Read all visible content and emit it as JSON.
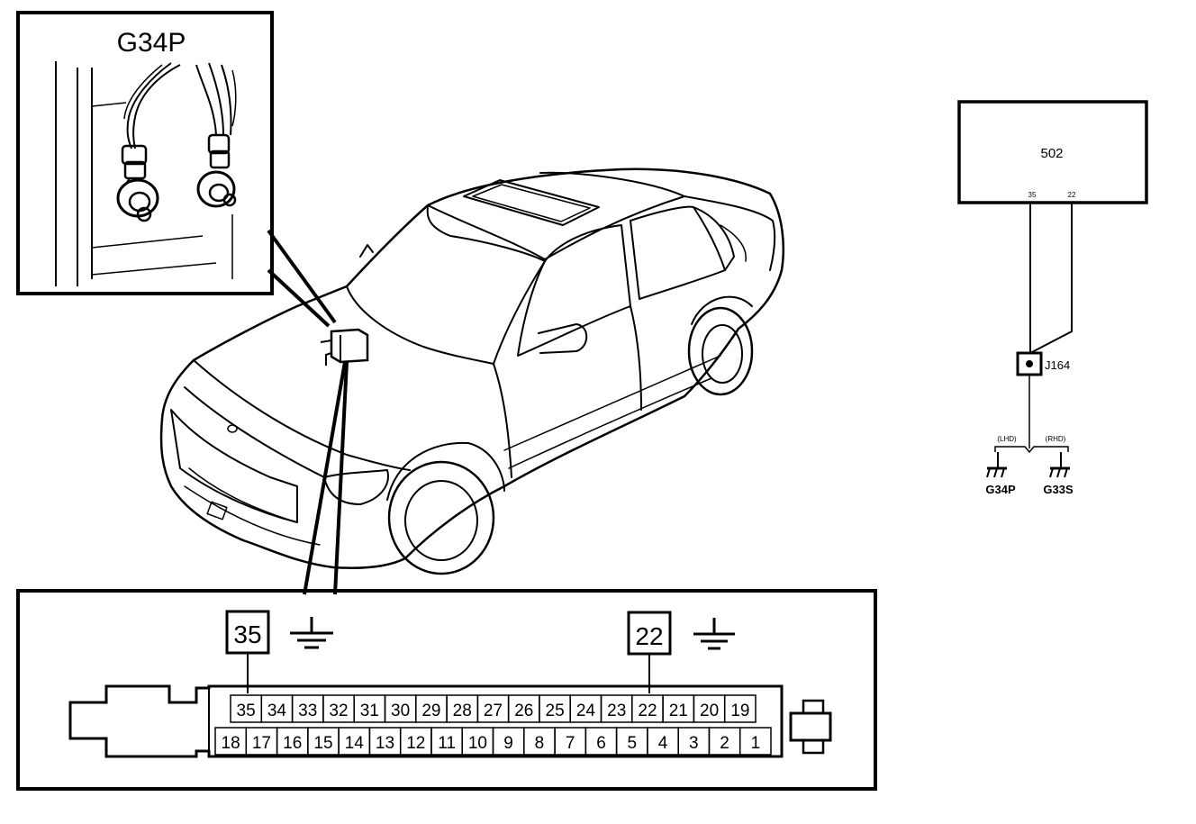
{
  "inset": {
    "title": "G34P"
  },
  "connector": {
    "callout_left": "35",
    "callout_right": "22",
    "top_row": [
      "35",
      "34",
      "33",
      "32",
      "31",
      "30",
      "29",
      "28",
      "27",
      "26",
      "25",
      "24",
      "23",
      "22",
      "21",
      "20",
      "19"
    ],
    "bottom_row": [
      "18",
      "17",
      "16",
      "15",
      "14",
      "13",
      "12",
      "11",
      "10",
      "9",
      "8",
      "7",
      "6",
      "5",
      "4",
      "3",
      "2",
      "1"
    ]
  },
  "schematic": {
    "module_label": "502",
    "pin_left": "35",
    "pin_right": "22",
    "junction_label": "J164",
    "branch_left_label": "(LHD)",
    "branch_right_label": "(RHD)",
    "ground_left_label": "G34P",
    "ground_right_label": "G33S"
  }
}
